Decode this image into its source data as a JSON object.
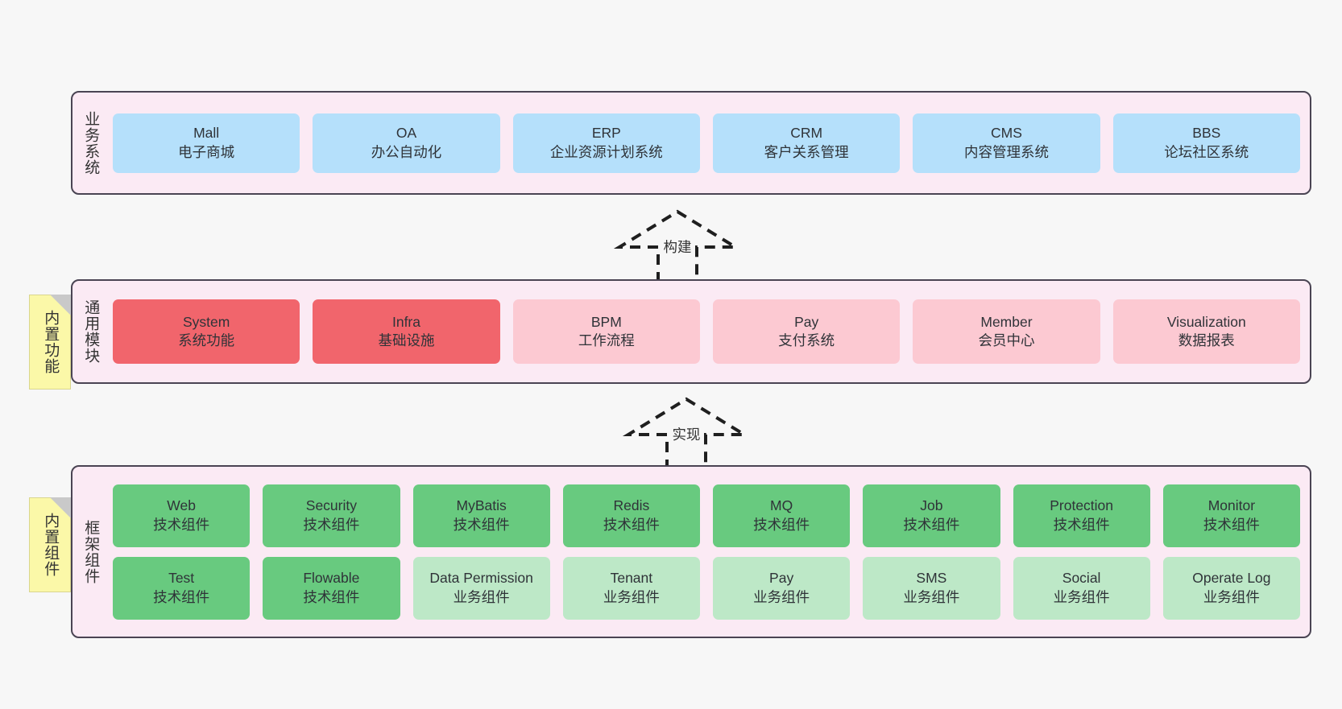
{
  "layers": [
    {
      "id": "business",
      "title": "业务系统",
      "rows": [
        {
          "cards": [
            {
              "title": "Mall",
              "subtitle": "电子商城",
              "color": "#b5e0fb",
              "variant": "c-blue"
            },
            {
              "title": "OA",
              "subtitle": "办公自动化",
              "color": "#b5e0fb",
              "variant": "c-blue"
            },
            {
              "title": "ERP",
              "subtitle": "企业资源计划系统",
              "color": "#b5e0fb",
              "variant": "c-blue"
            },
            {
              "title": "CRM",
              "subtitle": "客户关系管理",
              "color": "#b5e0fb",
              "variant": "c-blue"
            },
            {
              "title": "CMS",
              "subtitle": "内容管理系统",
              "color": "#b5e0fb",
              "variant": "c-blue"
            },
            {
              "title": "BBS",
              "subtitle": "论坛社区系统",
              "color": "#b5e0fb",
              "variant": "c-blue"
            }
          ]
        }
      ]
    },
    {
      "id": "common",
      "title": "通用模块",
      "rows": [
        {
          "cards": [
            {
              "title": "System",
              "subtitle": "系统功能",
              "color": "#f1656c",
              "variant": "c-red"
            },
            {
              "title": "Infra",
              "subtitle": "基础设施",
              "color": "#f1656c",
              "variant": "c-red"
            },
            {
              "title": "BPM",
              "subtitle": "工作流程",
              "color": "#fcc9d2",
              "variant": "c-pink"
            },
            {
              "title": "Pay",
              "subtitle": "支付系统",
              "color": "#fcc9d2",
              "variant": "c-pink"
            },
            {
              "title": "Member",
              "subtitle": "会员中心",
              "color": "#fcc9d2",
              "variant": "c-pink"
            },
            {
              "title": "Visualization",
              "subtitle": "数据报表",
              "color": "#fcc9d2",
              "variant": "c-pink"
            }
          ]
        }
      ]
    },
    {
      "id": "framework",
      "title": "框架组件",
      "rows": [
        {
          "cards": [
            {
              "title": "Web",
              "subtitle": "技术组件",
              "color": "#68ca7f",
              "variant": "c-green"
            },
            {
              "title": "Security",
              "subtitle": "技术组件",
              "color": "#68ca7f",
              "variant": "c-green"
            },
            {
              "title": "MyBatis",
              "subtitle": "技术组件",
              "color": "#68ca7f",
              "variant": "c-green"
            },
            {
              "title": "Redis",
              "subtitle": "技术组件",
              "color": "#68ca7f",
              "variant": "c-green"
            },
            {
              "title": "MQ",
              "subtitle": "技术组件",
              "color": "#68ca7f",
              "variant": "c-green"
            },
            {
              "title": "Job",
              "subtitle": "技术组件",
              "color": "#68ca7f",
              "variant": "c-green"
            },
            {
              "title": "Protection",
              "subtitle": "技术组件",
              "color": "#68ca7f",
              "variant": "c-green"
            },
            {
              "title": "Monitor",
              "subtitle": "技术组件",
              "color": "#68ca7f",
              "variant": "c-green"
            }
          ]
        },
        {
          "cards": [
            {
              "title": "Test",
              "subtitle": "技术组件",
              "color": "#68ca7f",
              "variant": "c-green"
            },
            {
              "title": "Flowable",
              "subtitle": "技术组件",
              "color": "#68ca7f",
              "variant": "c-green"
            },
            {
              "title": "Data Permission",
              "subtitle": "业务组件",
              "color": "#bde8c7",
              "variant": "c-green-light wrap"
            },
            {
              "title": "Tenant",
              "subtitle": "业务组件",
              "color": "#bde8c7",
              "variant": "c-green-light"
            },
            {
              "title": "Pay",
              "subtitle": "业务组件",
              "color": "#bde8c7",
              "variant": "c-green-light"
            },
            {
              "title": "SMS",
              "subtitle": "业务组件",
              "color": "#bde8c7",
              "variant": "c-green-light"
            },
            {
              "title": "Social",
              "subtitle": "业务组件",
              "color": "#bde8c7",
              "variant": "c-green-light"
            },
            {
              "title": "Operate Log",
              "subtitle": "业务组件",
              "color": "#bde8c7",
              "variant": "c-green-light"
            }
          ]
        }
      ]
    }
  ],
  "notes": [
    {
      "id": "builtin-function",
      "text": "内置功能",
      "color": "#fbf8a8"
    },
    {
      "id": "builtin-component",
      "text": "内置组件",
      "color": "#fbf8a8"
    }
  ],
  "arrows": [
    {
      "id": "build",
      "label": "构建",
      "direction": "up",
      "style": "dashed"
    },
    {
      "id": "realize",
      "label": "实现",
      "direction": "up",
      "style": "dashed"
    }
  ],
  "colors": {
    "background": "#f7f7f7",
    "layer_fill": "#fbeaf4",
    "layer_border": "#4a4453",
    "business_card": "#b5e0fb",
    "common_core_card": "#f1656c",
    "common_card": "#fcc9d2",
    "tech_card": "#68ca7f",
    "biz_card": "#bde8c7",
    "note_fill": "#fbf8a8",
    "text": "#333333"
  }
}
